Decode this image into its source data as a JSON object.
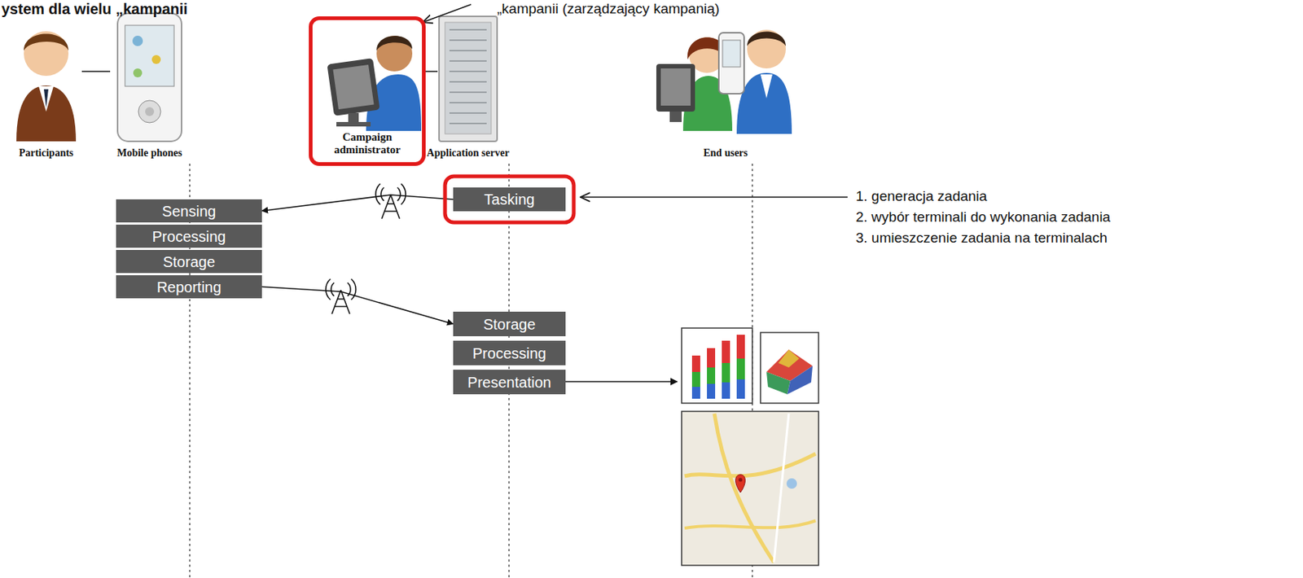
{
  "diagram": {
    "title": "ystem dla wielu „kampanii",
    "nodes": [
      {
        "text": [
          "Campaign administrator"
        ]
      },
      {
        "text": [
          "Tasking"
        ]
      },
      {
        "text": [
          "Sensing"
        ]
      },
      {
        "text": [
          "Processing"
        ]
      },
      {
        "text": [
          "Storage"
        ]
      },
      {
        "text": [
          "Reporting"
        ]
      },
      {
        "text": [
          "Storage"
        ]
      },
      {
        "text": [
          "Processing"
        ]
      },
      {
        "text": [
          "Presentation"
        ]
      }
    ],
    "edges": [
      {
        "from": 1,
        "to": 2,
        "arrow": "to"
      },
      {
        "from": 5,
        "to": 6,
        "arrow": "to"
      }
    ],
    "labels": [
      "„kampanii (zarządzający kampanią)",
      "Participants",
      "Mobile phones",
      "Application server",
      "End users",
      "1. generacja zadania",
      "2. wybór terminali do wykonania zadania",
      "3. umieszczenie zadania na terminalach"
    ]
  }
}
